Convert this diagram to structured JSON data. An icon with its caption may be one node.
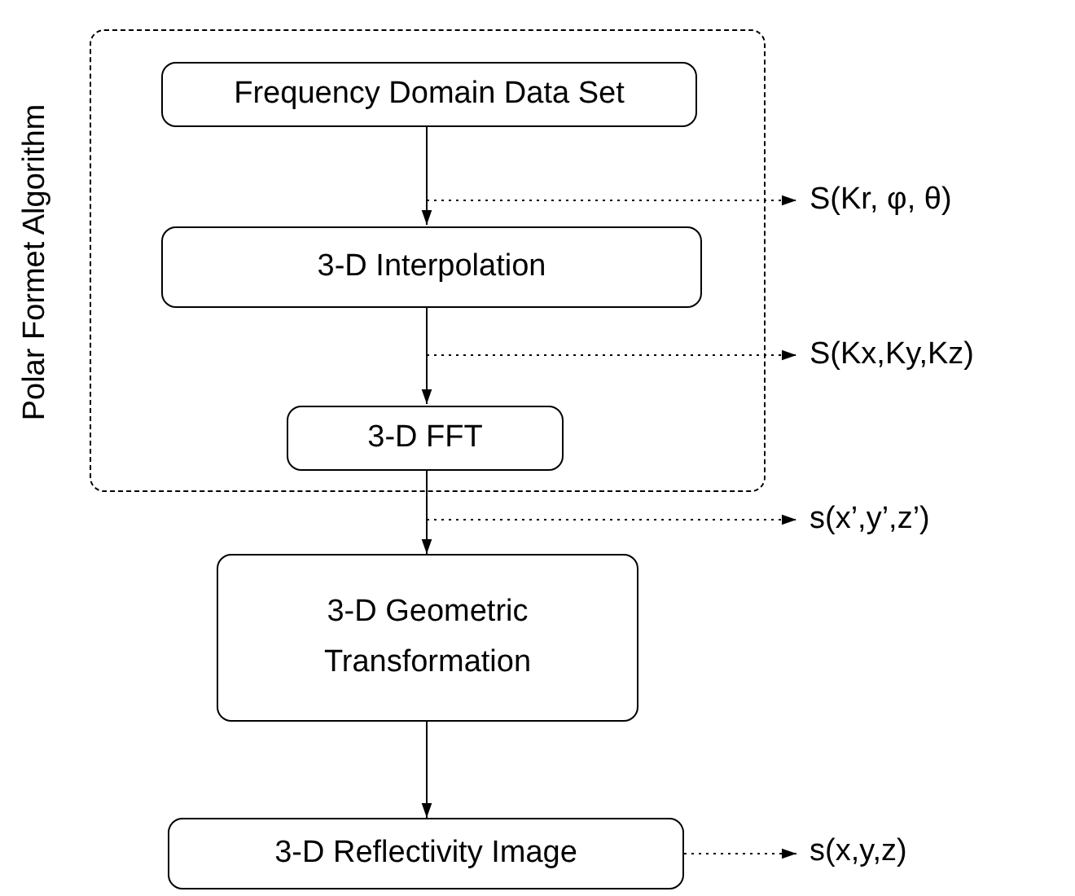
{
  "diagram": {
    "nodes": [
      {
        "text": [
          "Polar Formet Algorithm"
        ]
      },
      {
        "text": [
          "Frequency Domain Data Set"
        ],
        "in": 0
      },
      {
        "text": [
          "3-D Interpolation"
        ],
        "in": 0
      },
      {
        "text": [
          "3-D FFT"
        ],
        "in": 0
      },
      {
        "text": [
          "3-D Geometric Transformation"
        ]
      },
      {
        "text": [
          "3-D Reflectivity Image"
        ]
      },
      {
        "text": [
          "S(Kr, φ, θ)"
        ]
      },
      {
        "text": [
          "S(Kx,Ky,Kz)"
        ]
      },
      {
        "text": [
          "s(x’,y’,z’)"
        ]
      },
      {
        "text": [
          "s(x,y,z)"
        ]
      }
    ],
    "edges": [
      {
        "from": 1,
        "to": 2,
        "arrow": "to"
      },
      {
        "from": 2,
        "to": 3,
        "arrow": "to"
      },
      {
        "from": 3,
        "to": 4,
        "arrow": "to"
      },
      {
        "from": 4,
        "to": 5,
        "arrow": "to"
      },
      {
        "from": null,
        "to": 6,
        "arrow": "to",
        "style": "dashed"
      },
      {
        "from": null,
        "to": 7,
        "arrow": "to",
        "style": "dashed"
      },
      {
        "from": null,
        "to": 8,
        "arrow": "to",
        "style": "dashed"
      },
      {
        "from": 5,
        "to": 9,
        "arrow": "to",
        "style": "dashed"
      }
    ]
  }
}
